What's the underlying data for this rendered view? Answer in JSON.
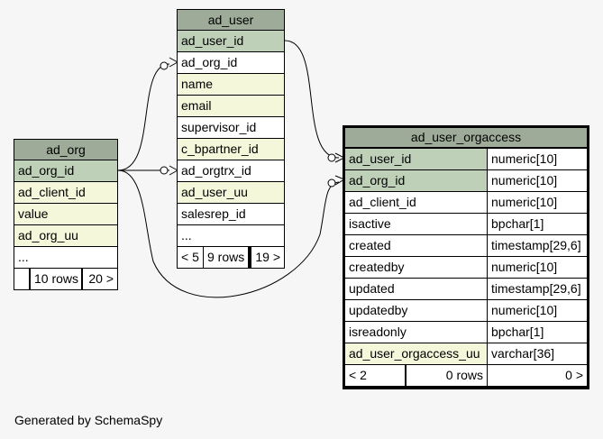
{
  "tables": {
    "ad_user": {
      "name": "ad_user",
      "columns": [
        "ad_user_id",
        "ad_org_id",
        "name",
        "email",
        "supervisor_id",
        "c_bpartner_id",
        "ad_orgtrx_id",
        "ad_user_uu",
        "salesrep_id",
        "..."
      ],
      "footer": {
        "parents": "< 5",
        "rows": "9 rows",
        "children": "19 >"
      }
    },
    "ad_org": {
      "name": "ad_org",
      "columns": [
        "ad_org_id",
        "ad_client_id",
        "value",
        "ad_org_uu",
        "..."
      ],
      "footer": {
        "parents": "",
        "rows": "10 rows",
        "children": "20 >"
      }
    },
    "ad_user_orgaccess": {
      "name": "ad_user_orgaccess",
      "columns": [
        {
          "name": "ad_user_id",
          "type": "numeric[10]"
        },
        {
          "name": "ad_org_id",
          "type": "numeric[10]"
        },
        {
          "name": "ad_client_id",
          "type": "numeric[10]"
        },
        {
          "name": "isactive",
          "type": "bpchar[1]"
        },
        {
          "name": "created",
          "type": "timestamp[29,6]"
        },
        {
          "name": "createdby",
          "type": "numeric[10]"
        },
        {
          "name": "updated",
          "type": "timestamp[29,6]"
        },
        {
          "name": "updatedby",
          "type": "numeric[10]"
        },
        {
          "name": "isreadonly",
          "type": "bpchar[1]"
        },
        {
          "name": "ad_user_orgaccess_uu",
          "type": "varchar[36]"
        }
      ],
      "footer": {
        "parents": "< 2",
        "rows": "0 rows",
        "children": "0 >"
      }
    }
  },
  "footer_text": "Generated by SchemaSpy",
  "colors": {
    "header": "#9eab99",
    "primary_key": "#bed1b8",
    "foreign_key": "#f4f7da",
    "plain": "#ffffff",
    "background": "#f6f6f6"
  }
}
